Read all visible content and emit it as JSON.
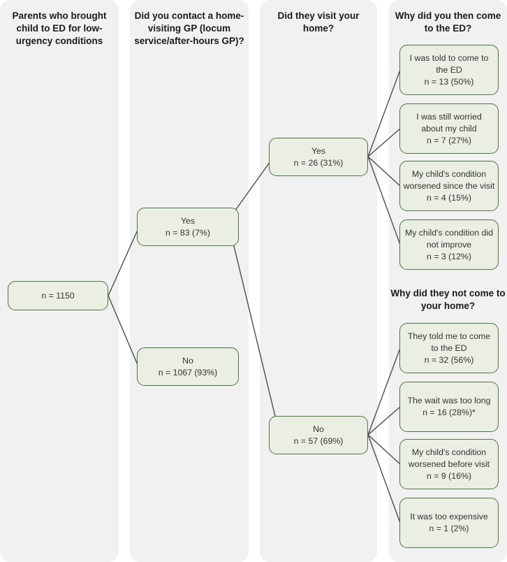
{
  "figure": {
    "type": "flowchart",
    "columns": [
      {
        "id": "col-cohort",
        "title": "Parents who brought child to ED for low-urgency conditions",
        "title_lines": [
          "Parents who brought",
          "child to ED for",
          "low-urgency conditions"
        ]
      },
      {
        "id": "col-contact-gp",
        "title": "Did you contact a home-visiting GP (locum service/after-hours GP)?",
        "title_lines": [
          "Did you contact a",
          "home-visiting GP (locum",
          "service/after-hours GP)?"
        ]
      },
      {
        "id": "col-home-visit",
        "title": "Did they visit your home?",
        "title_lines": [
          "Did they visit your home?"
        ]
      },
      {
        "id": "col-reasons",
        "title": "Why did you then come to the ED?",
        "title_lines": [
          "Why did you then come",
          "to the ED?"
        ],
        "secondary_title": "Why did they not come to your home?",
        "secondary_title_lines": [
          "Why did they not come",
          "to your home?"
        ]
      }
    ],
    "nodes": [
      {
        "id": "root",
        "lines": [
          "n =  1150"
        ],
        "n": 1150
      },
      {
        "id": "gp-yes",
        "lines": [
          "Yes",
          "n = 83 (7%)"
        ],
        "label": "Yes",
        "n": 83,
        "percent": "7%"
      },
      {
        "id": "gp-no",
        "lines": [
          "No",
          "n = 1067 (93%)"
        ],
        "label": "No",
        "n": 1067,
        "percent": "93%"
      },
      {
        "id": "visit-yes",
        "lines": [
          "Yes",
          "n = 26 (31%)"
        ],
        "label": "Yes",
        "n": 26,
        "percent": "31%"
      },
      {
        "id": "visit-no",
        "lines": [
          "No",
          "n = 57 (69%)"
        ],
        "label": "No",
        "n": 57,
        "percent": "69%"
      },
      {
        "id": "r1",
        "lines": [
          "I was told to come to",
          "the ED",
          "n = 13 (50%)"
        ],
        "reason": "I was told to come to the ED",
        "n": 13,
        "percent": "50%"
      },
      {
        "id": "r2",
        "lines": [
          "I was still worried",
          "about my child",
          "n = 7 (27%)"
        ],
        "reason": "I was still worried about my child",
        "n": 7,
        "percent": "27%"
      },
      {
        "id": "r3",
        "lines": [
          "My child's condition",
          "worsened since the visit",
          "n = 4 (15%)"
        ],
        "reason": "My child's condition worsened since the visit",
        "n": 4,
        "percent": "15%"
      },
      {
        "id": "r4",
        "lines": [
          "My child's condition did",
          "not improve",
          "n = 3 (12%)"
        ],
        "reason": "My child's condition did not improve",
        "n": 3,
        "percent": "12%"
      },
      {
        "id": "r5",
        "lines": [
          "They told me to come",
          "to the ED",
          "n = 32 (56%)"
        ],
        "reason": "They told me to come to the ED",
        "n": 32,
        "percent": "56%"
      },
      {
        "id": "r6",
        "lines": [
          "The wait was too long",
          "n = 16 (28%)*"
        ],
        "reason": "The wait was too long",
        "n": 16,
        "percent": "28%*"
      },
      {
        "id": "r7",
        "lines": [
          "My child's condition",
          "worsened before visit",
          "n = 9 (16%)"
        ],
        "reason": "My child's condition worsened before visit",
        "n": 9,
        "percent": "16%"
      },
      {
        "id": "r8",
        "lines": [
          "It was too expensive",
          "n = 1 (2%)"
        ],
        "reason": "It was too expensive",
        "n": 1,
        "percent": "2%"
      }
    ],
    "colors": {
      "panel_background": "#f1f1f1",
      "node_fill": "#eaeee3",
      "node_border": "#4f7342",
      "connector": "#4d4d4d",
      "text": "#333333",
      "title_text": "#1a1a1a"
    }
  }
}
